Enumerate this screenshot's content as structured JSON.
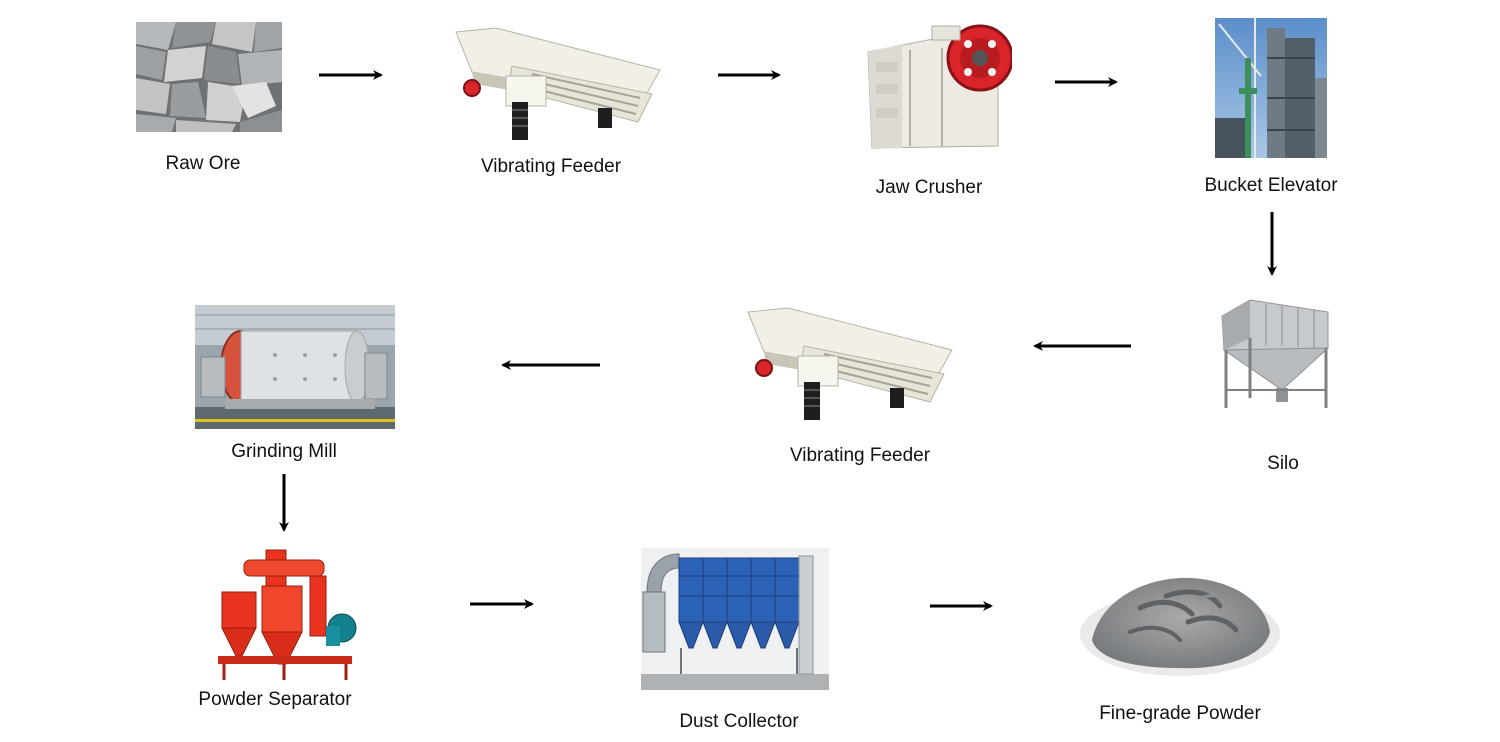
{
  "steps": [
    {
      "id": "raw-ore",
      "label": "Raw Ore"
    },
    {
      "id": "vibrating-feeder-1",
      "label": "Vibrating Feeder"
    },
    {
      "id": "jaw-crusher",
      "label": "Jaw Crusher"
    },
    {
      "id": "bucket-elevator",
      "label": "Bucket Elevator"
    },
    {
      "id": "silo",
      "label": "Silo"
    },
    {
      "id": "vibrating-feeder-2",
      "label": "Vibrating Feeder"
    },
    {
      "id": "grinding-mill",
      "label": "Grinding Mill"
    },
    {
      "id": "powder-separator",
      "label": "Powder Separator"
    },
    {
      "id": "dust-collector",
      "label": "Dust Collector"
    },
    {
      "id": "fine-grade-powder",
      "label": "Fine-grade Powder"
    }
  ],
  "colors": {
    "arrow": "#000000",
    "machine_body": "#f1efe6",
    "machine_shadow": "#c9c6b8",
    "spring": "#1e1e1e",
    "flywheel_red": "#d9252a",
    "rock_gray": "#9ea1a4",
    "silo_steel": "#b9bcbf",
    "separator_red": "#e8331f",
    "collector_blue": "#2c63b8",
    "powder_gray": "#8e9092",
    "elevator_sky": "#6f9fd0",
    "mill_green": "#3c6e5a"
  }
}
